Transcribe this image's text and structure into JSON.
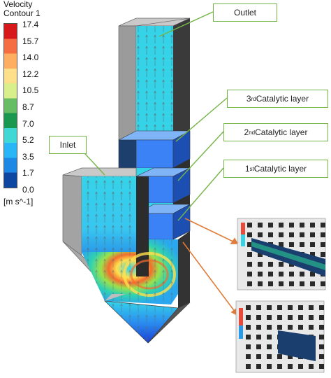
{
  "legend": {
    "title_line1": "Velocity",
    "title_line2": "Contour 1",
    "ticks": [
      "17.4",
      "15.7",
      "14.0",
      "12.2",
      "10.5",
      "8.7",
      "7.0",
      "5.2",
      "3.5",
      "1.7",
      "0.0"
    ],
    "unit": "[m s^-1]",
    "colors": [
      "#d7191c",
      "#f46d43",
      "#fdae61",
      "#fee08b",
      "#d9ef8b",
      "#66bd63",
      "#1a9850",
      "#3fd8d4",
      "#29b6f6",
      "#1e88e5",
      "#0d47a1"
    ]
  },
  "callouts": {
    "outlet": "Outlet",
    "inlet": "Inlet",
    "layer3_num": "3",
    "layer3_sup": "rd",
    "layer3_rest": " Catalytic layer",
    "layer2_num": "2",
    "layer2_sup": "nd",
    "layer2_rest": " Catalytic layer",
    "layer1_num": "1",
    "layer1_sup": "st",
    "layer1_rest": " Catalytic layer"
  },
  "colors": {
    "callout_border": "#74b447",
    "callout_line": "#74b447",
    "detail_arrow": "#e07b39",
    "duct_gray": "#9b9b9b",
    "duct_dark": "#3a3a3a",
    "catalyst_blue": "#3b82f6",
    "flow_cyan": "#35d3e8"
  }
}
